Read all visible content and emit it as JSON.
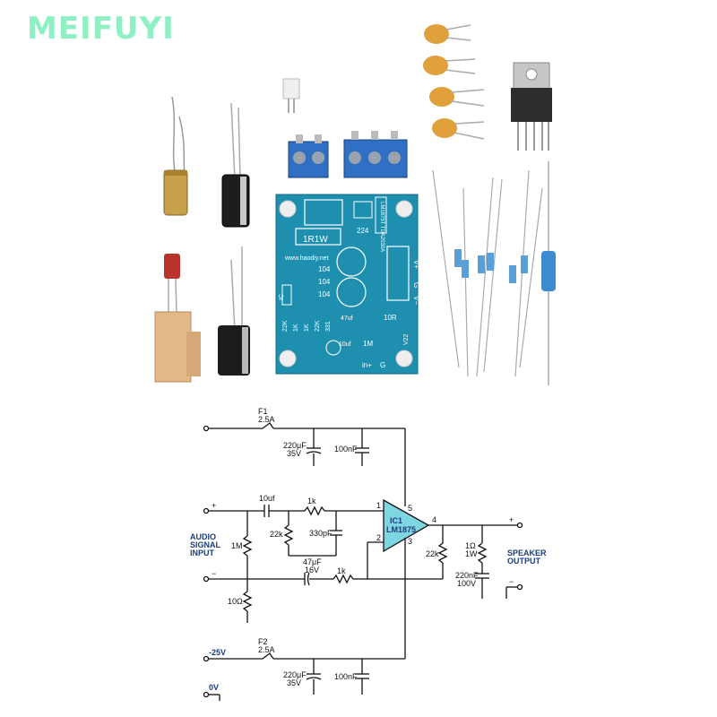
{
  "brand": "MEIFUYI",
  "pcb": {
    "labels": {
      "resistor_1r1w": "1R1W",
      "website": "www.haodiy.net",
      "cap_104_a": "104",
      "cap_104_b": "104",
      "cap_104_c": "104",
      "cap_224": "224",
      "r_22k_a": "22K",
      "r_1k_a": "1K",
      "r_1k_b": "1K",
      "r_22k_b": "22K",
      "cap_331": "331",
      "r_10r": "10R",
      "cap_47uf": "47uf",
      "cap_10uf": "10uf",
      "r_1m": "1M",
      "in_plus": "in+",
      "g_label": "G",
      "v_plus": "V+",
      "v_minus": "V−",
      "g_power": "G",
      "ic_label": "IC",
      "chip_label": "LM1875T TDA2030A",
      "v22": "V22"
    }
  },
  "schematic": {
    "fuse1": {
      "name": "F1",
      "rating": "2.5A"
    },
    "fuse2": {
      "name": "F2",
      "rating": "2.5A"
    },
    "cap_top_a": {
      "value": "220μF",
      "voltage": "35V"
    },
    "cap_top_b": {
      "value": "100nF"
    },
    "cap_bot_a": {
      "value": "220μF",
      "voltage": "35V"
    },
    "cap_bot_b": {
      "value": "100nF"
    },
    "input_cap": "10uf",
    "r_in": "1k",
    "r_22k_left": "22k",
    "cap_330pf": "330pF",
    "r_1m": "1M",
    "cap_47uf": {
      "value": "47μF",
      "voltage": "16V"
    },
    "r_fb": "1k",
    "r_10ohm": "10Ω",
    "r_22k_right": "22k",
    "r_1ohm": {
      "value": "1Ω",
      "power": "1W"
    },
    "cap_220nf": {
      "value": "220nF",
      "voltage": "100V"
    },
    "ic": {
      "name": "IC1",
      "part": "LM1875"
    },
    "pins": {
      "p1": "1",
      "p2": "2",
      "p3": "3",
      "p4": "4",
      "p5": "5"
    },
    "audio_input": [
      "AUDIO",
      "SIGNAL",
      "INPUT"
    ],
    "speaker_output": [
      "SPEAKER",
      "OUTPUT"
    ],
    "neg_rail": "-25V",
    "ground": "0V",
    "plus_in": "+",
    "minus_in": "−",
    "plus_out": "+",
    "minus_out": "−"
  }
}
